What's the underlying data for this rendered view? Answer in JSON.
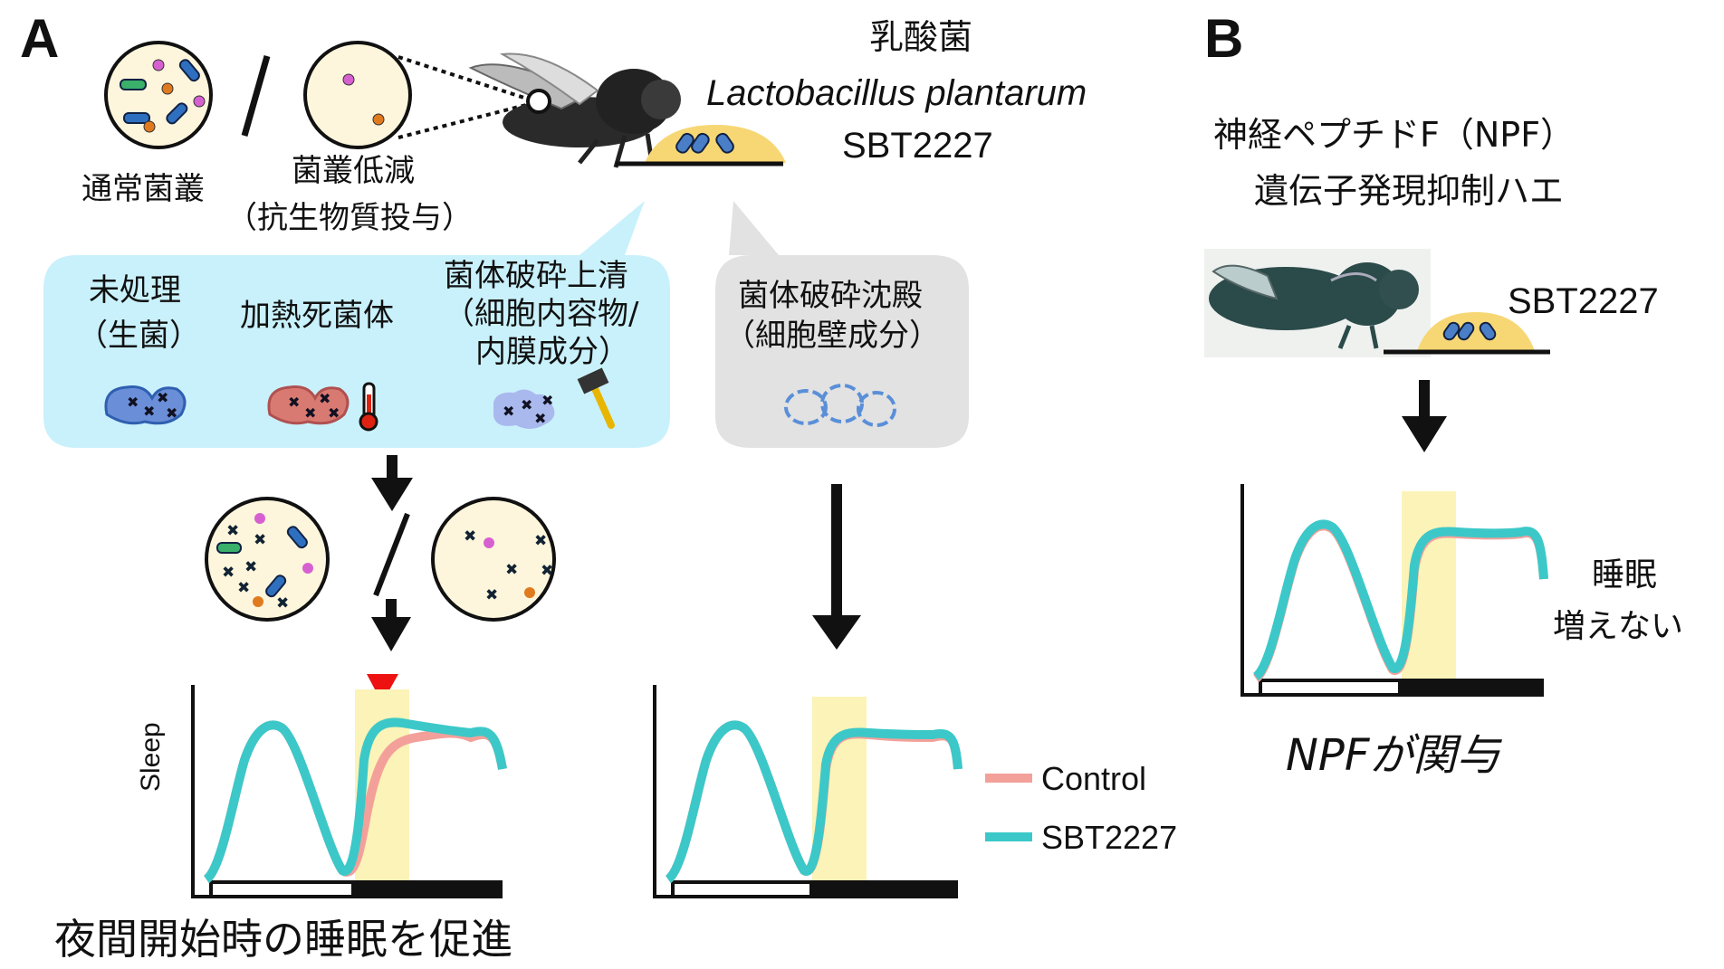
{
  "panel_a": {
    "letter": "A",
    "normal_microbiota": "通常菌叢",
    "reduced_microbiota": "菌叢低減",
    "antibiotic": "（抗生物質投与）",
    "bacteria_title": "乳酸菌",
    "species": "Lactobacillus plantarum",
    "strain": "SBT2227",
    "treatments": {
      "untreated_1": "未処理",
      "untreated_2": "（生菌）",
      "heat_killed": "加熱死菌体",
      "supernatant_1": "菌体破砕上清",
      "supernatant_2": "（細胞内容物/",
      "supernatant_3": "内膜成分）",
      "pellet_1": "菌体破砕沈殿",
      "pellet_2": "（細胞壁成分）"
    },
    "ylabel": "Sleep",
    "legend": {
      "control": "Control",
      "sbt": "SBT2227"
    },
    "conclusion": "夜間開始時の睡眠を促進"
  },
  "panel_b": {
    "letter": "B",
    "title_1": "神経ペプチドF（NPF）",
    "title_2": "遺伝子発現抑制ハエ",
    "strain": "SBT2227",
    "result_1": "睡眠",
    "result_2": "増えない",
    "conclusion": "NPFが関与"
  },
  "colors": {
    "control": "#f4a09a",
    "sbt": "#3cc8c8",
    "night_highlight": "#fbf3b8",
    "bubble_blue": "#c9f1fb",
    "bubble_gray": "#e2e2e2",
    "food": "#f7d774",
    "plate": "#fdf6dc",
    "arrow_red": "#ee1111"
  }
}
